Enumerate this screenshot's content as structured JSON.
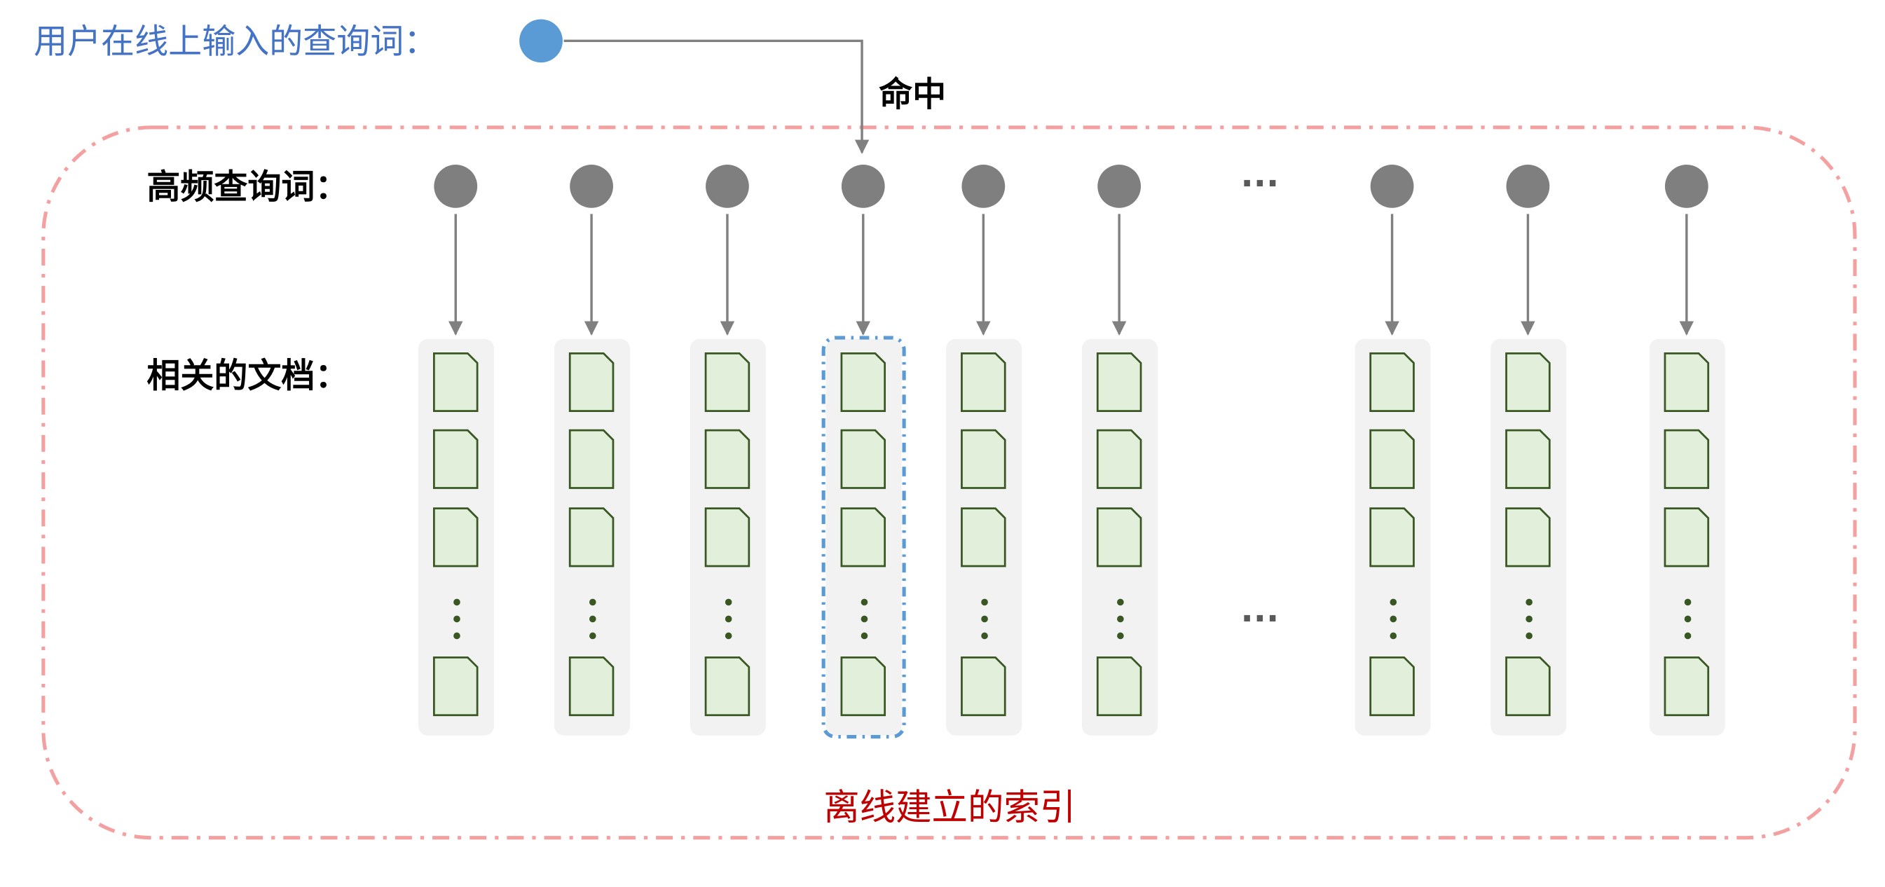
{
  "diagram": {
    "user_query_label": "用户在线上输入的查询词：",
    "hit_label": "命中",
    "high_freq_label": "高频查询词：",
    "related_docs_label": "相关的文档：",
    "index_label": "离线建立的索引",
    "ellipsis": "···"
  },
  "colors": {
    "user_query_text": "#4472C4",
    "user_query_node": "#5B9BD5",
    "query_node": "#7F7F7F",
    "connector": "#808080",
    "column_background": "#F2F2F2",
    "document_fill": "#E2EFDA",
    "document_stroke": "#385723",
    "index_border": "#F4A0A0",
    "index_label": "#C00000",
    "hit_highlight": "#5B9BD5"
  },
  "icons": {
    "document": "document-icon",
    "query_node": "circle-node-icon"
  }
}
